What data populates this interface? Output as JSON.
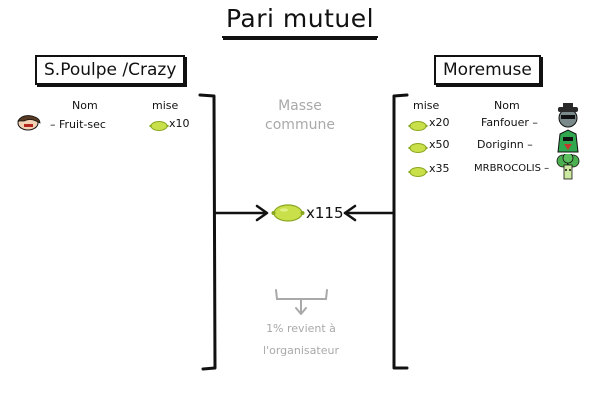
{
  "title": "Pari mutuel",
  "left_team": {
    "name": "S.Poulpe /Crazy",
    "col_name": "Nom",
    "col_mise": "mise",
    "bettors": [
      {
        "name": "Fruit-sec",
        "mise": "x10"
      }
    ]
  },
  "right_team": {
    "name": "Moremuse",
    "col_mise": "mise",
    "col_name": "Nom",
    "bettors": [
      {
        "mise": "x20",
        "name": "Fanfouer"
      },
      {
        "mise": "x50",
        "name": "Doriginn"
      },
      {
        "mise": "x35",
        "name": "MRBROCOLIS"
      }
    ]
  },
  "center": {
    "pool_title_line1": "Masse",
    "pool_title_line2": "commune",
    "total": "x115",
    "note_line1": "1% revient à",
    "note_line2": "l'organisateur"
  },
  "colors": {
    "lemon": "#c9e04a",
    "lemon_dark": "#8aa81f",
    "ink": "#111111",
    "grey_text": "#a9a9a9"
  }
}
